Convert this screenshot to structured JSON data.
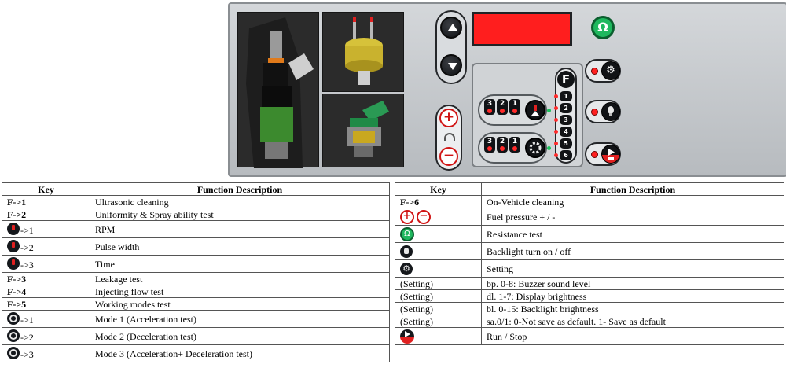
{
  "panel": {
    "display_color": "#ff1e1e",
    "ohm_label": "Ω",
    "f_label": "F",
    "plus_label": "+",
    "minus_label": "−",
    "row1_keys": [
      "3",
      "2",
      "1"
    ],
    "row2_keys": [
      "3",
      "2",
      "1"
    ],
    "f_numbers": [
      "1",
      "2",
      "3",
      "4",
      "5",
      "6"
    ],
    "gear_icon": "⚙",
    "colors": {
      "accent_red": "#d01414",
      "accent_green": "#1fb85e",
      "button_black": "#111316"
    }
  },
  "left_table": {
    "headers": [
      "Key",
      "Function Description"
    ],
    "rows": [
      {
        "key": "F->1",
        "desc": "Ultrasonic cleaning"
      },
      {
        "key": "F->2",
        "desc": "Uniformity & Spray ability test"
      },
      {
        "key_icon": "injector-icon",
        "key_suffix": "->1",
        "desc": "RPM"
      },
      {
        "key_icon": "injector-icon",
        "key_suffix": "->2",
        "desc": "Pulse width"
      },
      {
        "key_icon": "injector-icon",
        "key_suffix": "->3",
        "desc": "Time"
      },
      {
        "key": "F->3",
        "desc": "Leakage test"
      },
      {
        "key": "F->4",
        "desc": "Injecting flow test"
      },
      {
        "key": "F->5",
        "desc": "Working modes test"
      },
      {
        "key_icon": "mode-icon",
        "key_suffix": "->1",
        "desc": "Mode 1 (Acceleration test)"
      },
      {
        "key_icon": "mode-icon",
        "key_suffix": "->2",
        "desc": "Mode 2 (Deceleration test)"
      },
      {
        "key_icon": "mode-icon",
        "key_suffix": "->3",
        "desc": "Mode 3 (Acceleration+ Deceleration test)"
      }
    ]
  },
  "right_table": {
    "headers": [
      "Key",
      "Function Description"
    ],
    "rows": [
      {
        "key": "F->6",
        "desc": "On-Vehicle cleaning"
      },
      {
        "key_icon": "plus-minus-icon",
        "desc": "Fuel pressure + / -"
      },
      {
        "key_icon": "ohm-icon",
        "desc": "Resistance test"
      },
      {
        "key_icon": "bulb-icon",
        "desc": "Backlight turn on / off"
      },
      {
        "key_icon": "gear-icon",
        "desc": "Setting"
      },
      {
        "key": "(Setting)",
        "desc": "bp. 0-8: Buzzer sound level"
      },
      {
        "key": "(Setting)",
        "desc": "dl. 1-7: Display brightness"
      },
      {
        "key": "(Setting)",
        "desc": "bl. 0-15: Backlight brightness"
      },
      {
        "key": "(Setting)",
        "desc": "sa.0/1: 0-Not save as default. 1- Save as default"
      },
      {
        "key_icon": "run-stop-icon",
        "desc": "Run / Stop"
      }
    ]
  }
}
